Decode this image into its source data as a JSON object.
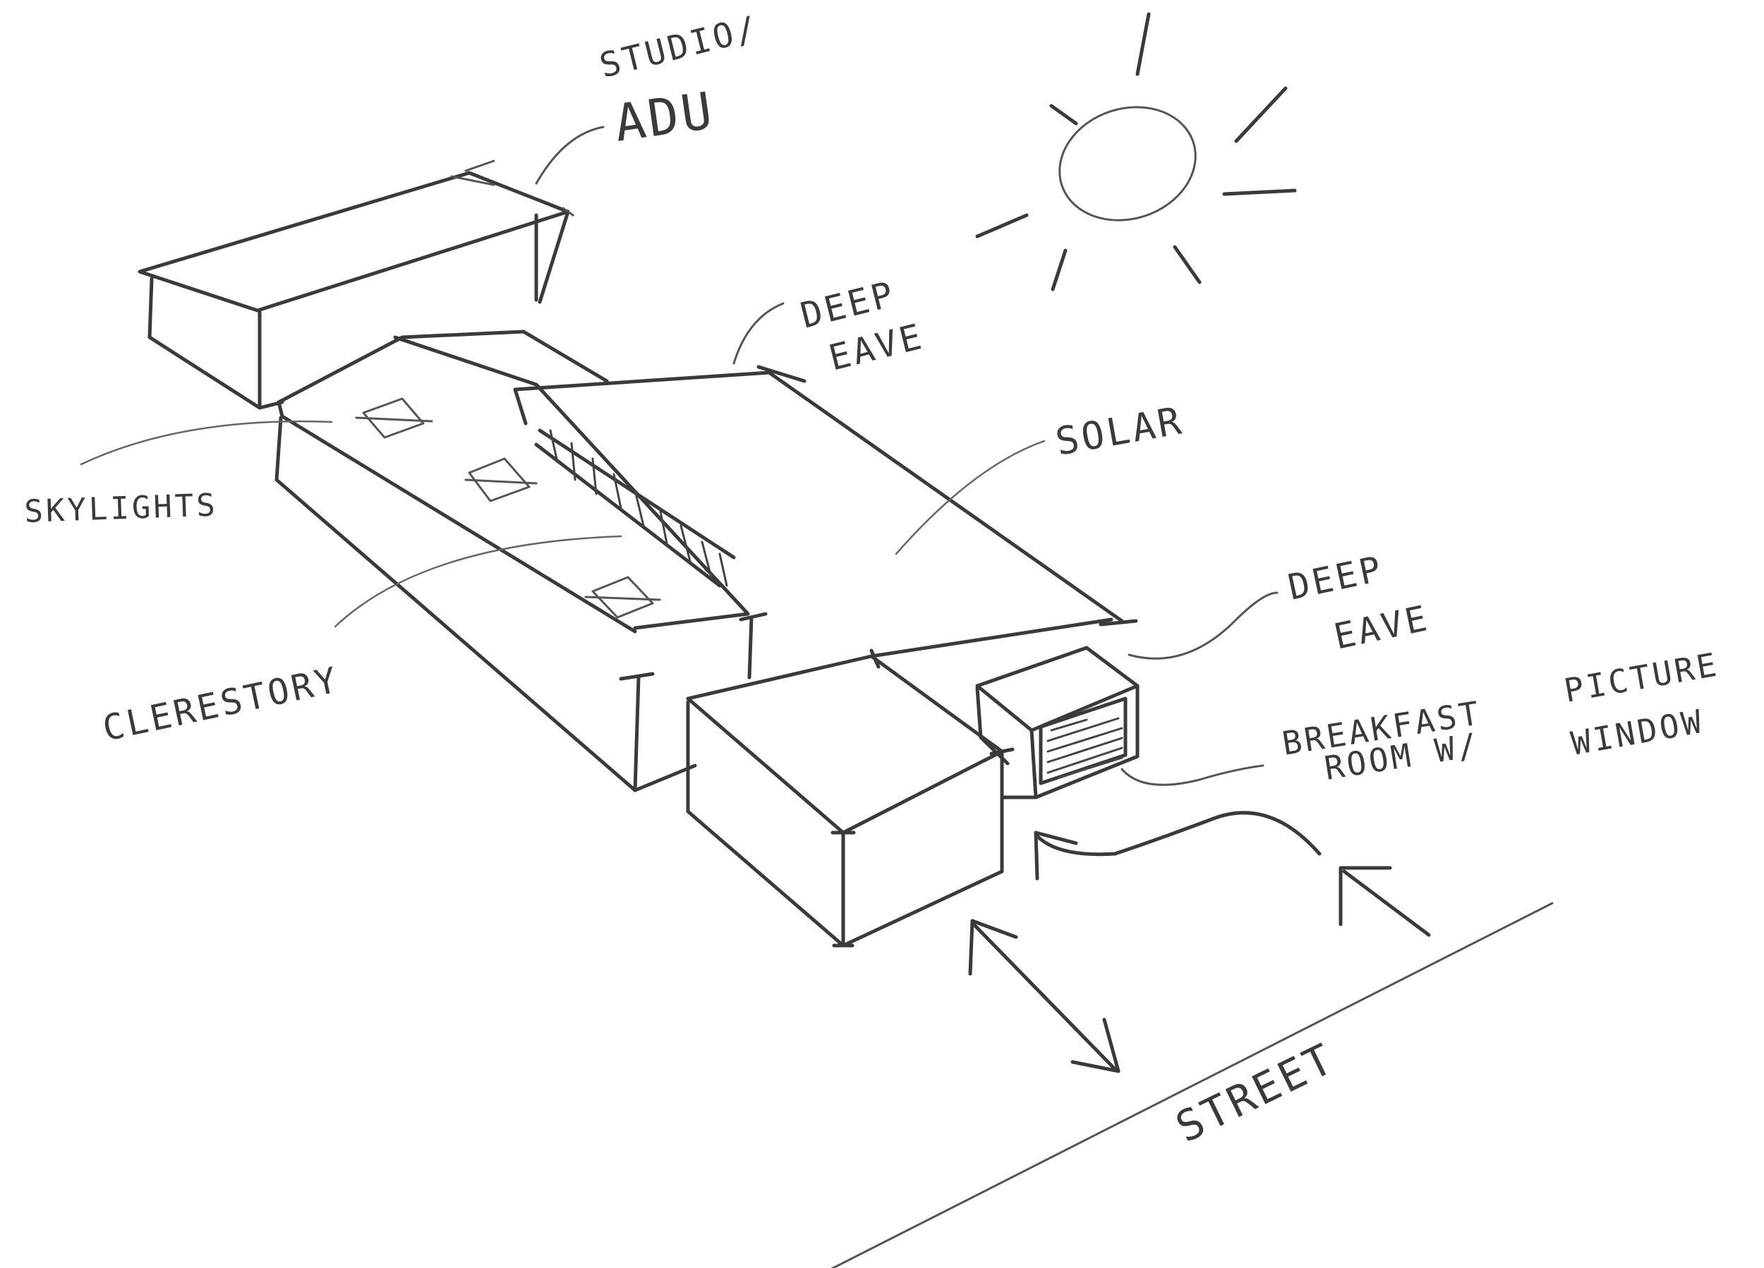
{
  "labels": {
    "studio_line1": "STUDIO/",
    "studio_line2": "ADU",
    "deep_eave_top_line1": "DEEP",
    "deep_eave_top_line2": "EAVE",
    "solar": "SOLAR",
    "skylights": "SKYLIGHTS",
    "clerestory": "CLERESTORY",
    "deep_eave_right_line1": "DEEP",
    "deep_eave_right_line2": "EAVE",
    "breakfast_line1": "BREAKFAST",
    "breakfast_line2": "ROOM W/",
    "picture_line1": "PICTURE",
    "picture_line2": "WINDOW",
    "street": "STREET"
  },
  "colors": {
    "ink": "#3a3a3a",
    "paper": "#ffffff"
  }
}
